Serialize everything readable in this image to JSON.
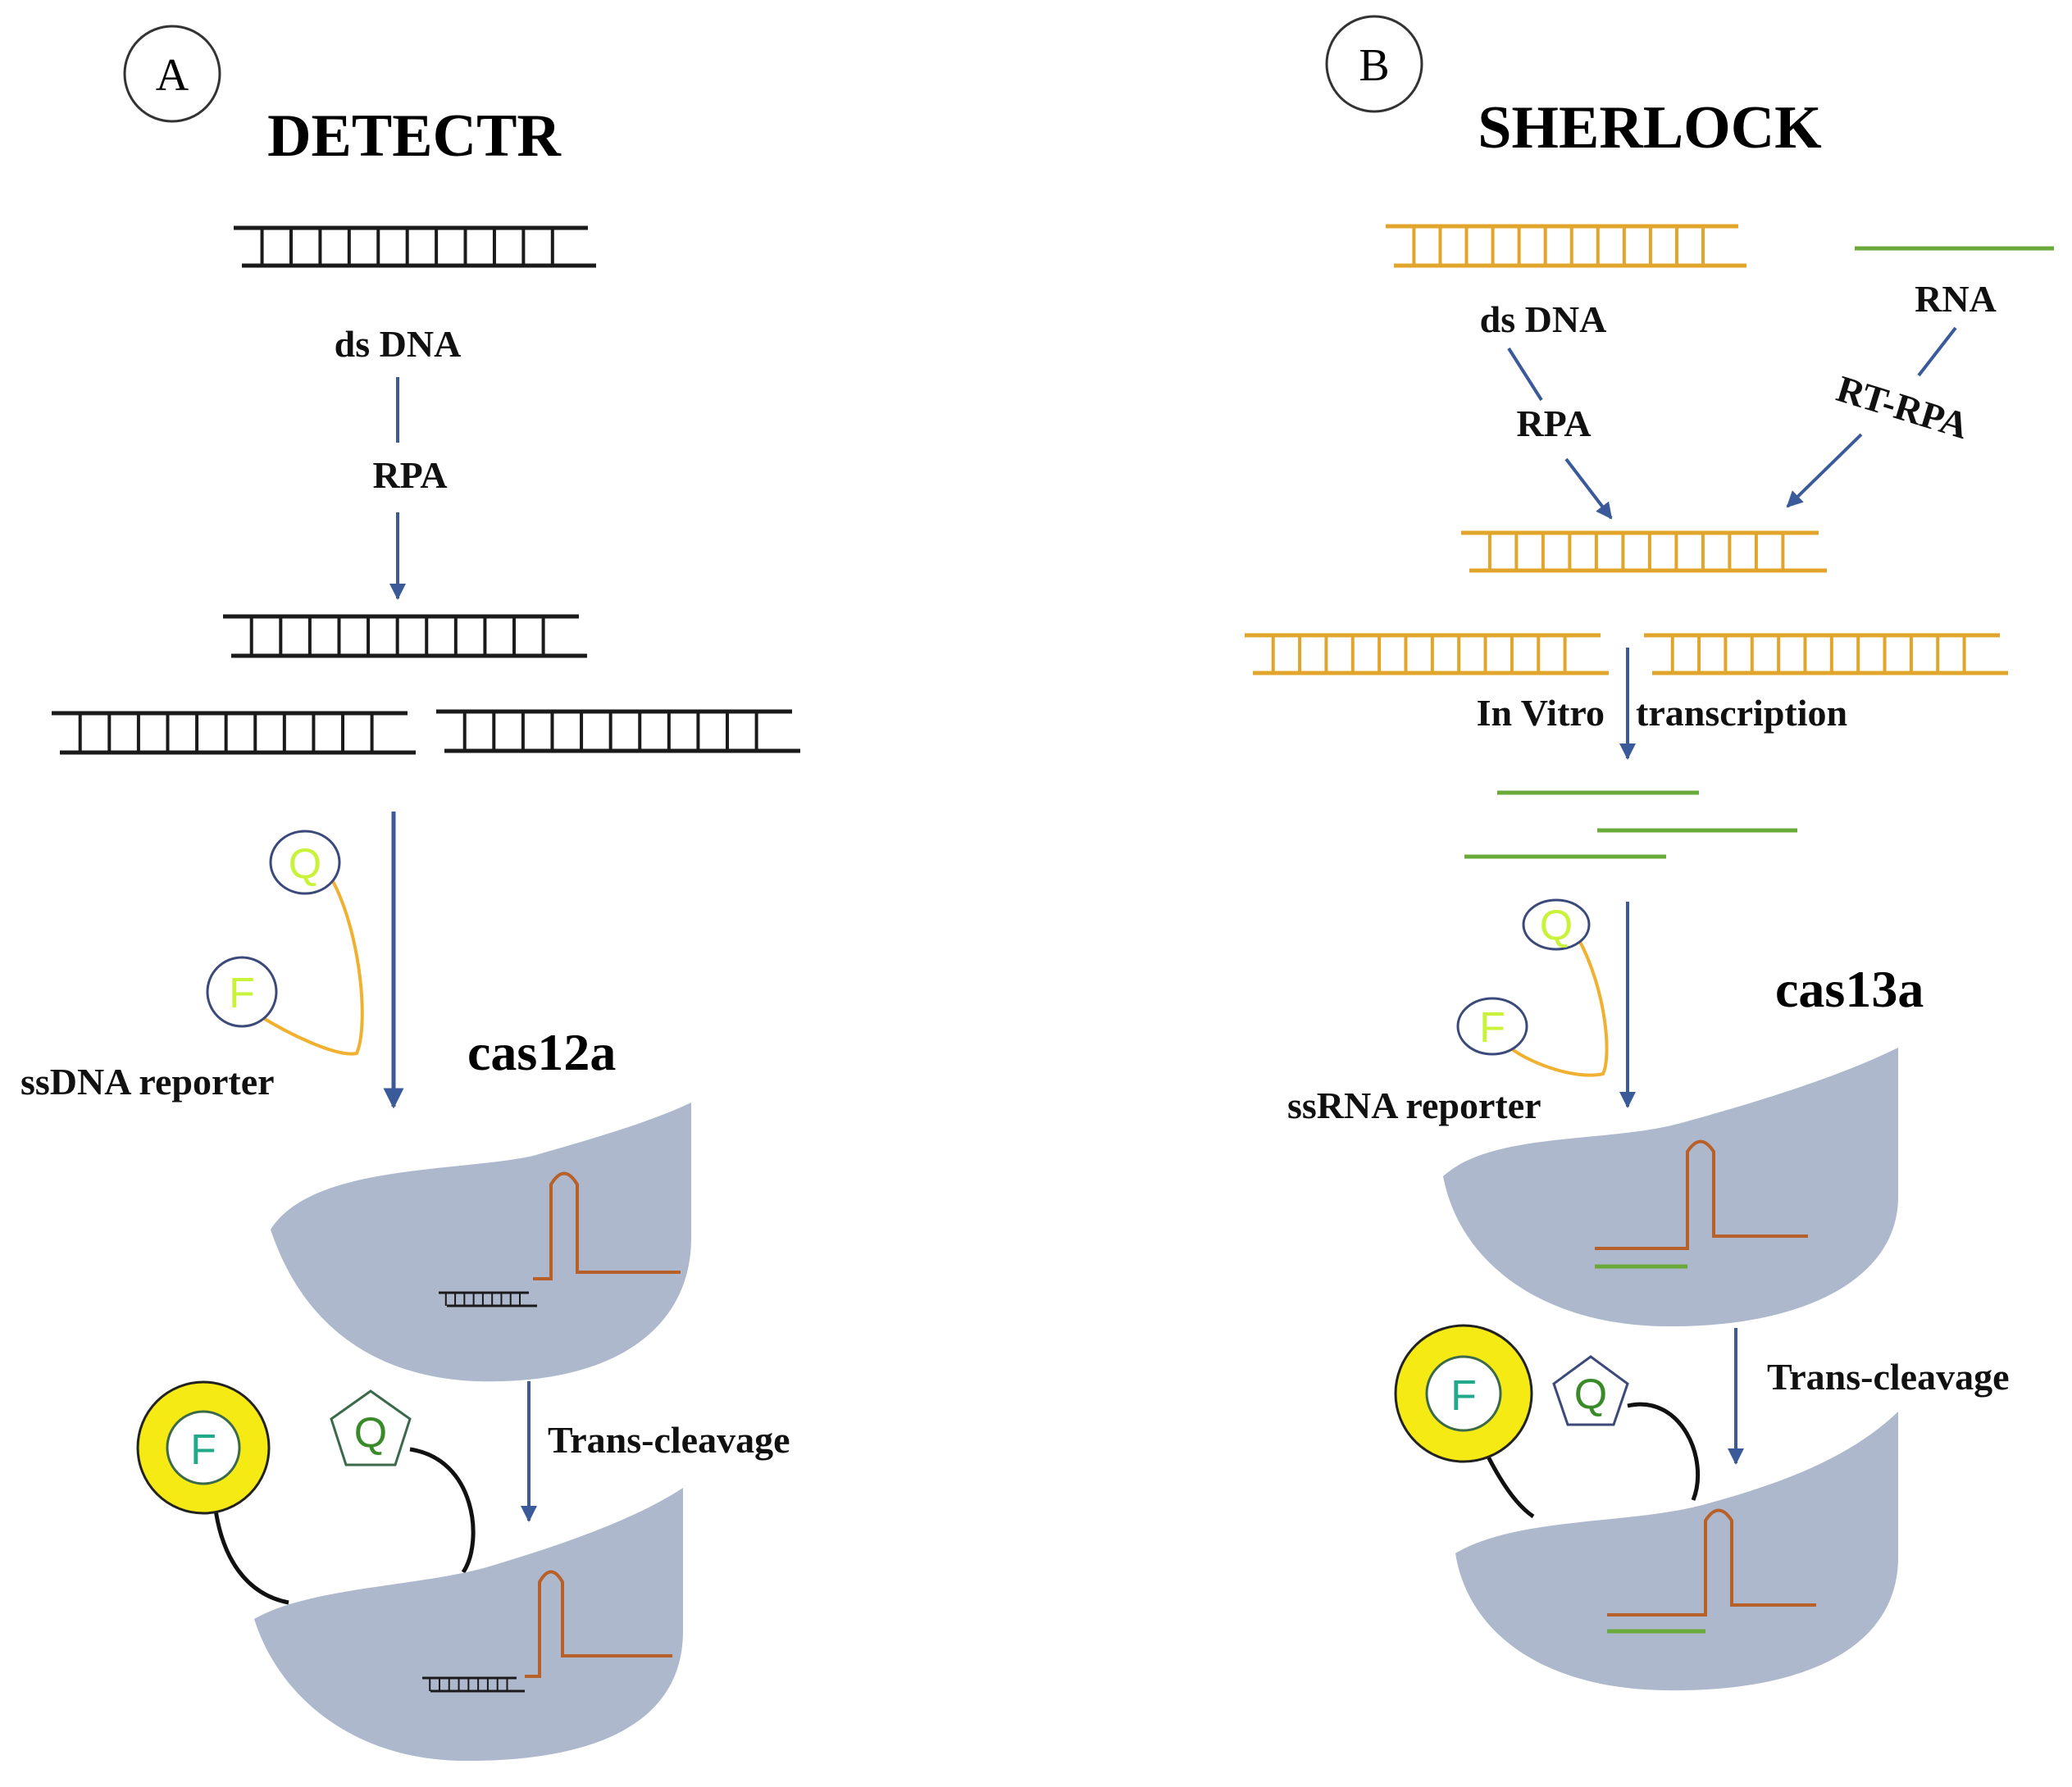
{
  "colors": {
    "arrow": "#3b5a9a",
    "dna_dark": "#1a1a1a",
    "dna_gold": "#e0a52a",
    "rna_green": "#6aaa3a",
    "crRNA": "#b8602a",
    "cas_body": "#adb8cc",
    "reporter_yellow": "#f5ea14",
    "reporter_line": "#f0b030",
    "fq_green_light": "#c9f23a",
    "fq_teal": "#22a88a"
  },
  "panel_a": {
    "letter": "A",
    "title": "DETECTR",
    "dsdna_label": "ds DNA",
    "rpa_label": "RPA",
    "reporter_label": "ssDNA reporter",
    "enzyme_label": "cas12a",
    "cleavage_label": "Trans-cleavage",
    "fluor_label": "F",
    "quench_label": "Q"
  },
  "panel_b": {
    "letter": "B",
    "title": "SHERLOCK",
    "dsdna_label": "ds DNA",
    "rna_label": "RNA",
    "rpa_label": "RPA",
    "rtrpa_label": "RT-RPA",
    "ivt_label_1": "In Vitro",
    "ivt_label_2": "transcription",
    "reporter_label": "ssRNA reporter",
    "enzyme_label": "cas13a",
    "cleavage_label": "Trans-cleavage",
    "fluor_label": "F",
    "quench_label": "Q"
  }
}
